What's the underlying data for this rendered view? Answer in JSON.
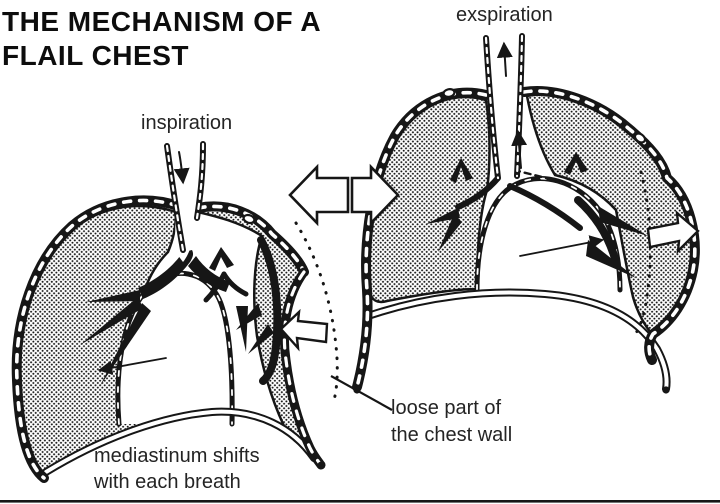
{
  "title": {
    "line1": "THE MECHANISM OF A",
    "line2": "FLAIL CHEST"
  },
  "labels": {
    "left_phase": "inspiration",
    "right_phase": "exspiration",
    "mediastinum_line1": "mediastinum shifts",
    "mediastinum_line2": "with each breath",
    "loose_line1": "loose part of",
    "loose_line2": "the chest wall"
  },
  "figure": {
    "subject": "flail chest mechanism",
    "panels": [
      {
        "phase": "inspiration",
        "airflow_arrow": "down-into-trachea",
        "flail_segment_arrow": "inward",
        "mediastinum_arrow": "toward-left"
      },
      {
        "phase": "exspiration",
        "airflow_arrow": "up-out-of-trachea",
        "flail_segment_arrow": "outward",
        "mediastinum_arrow": "toward-right"
      }
    ],
    "icons": {
      "middle": "left-and-right-hollow-block-arrows",
      "dotted_line_meaning": "normal chest wall position"
    }
  },
  "colors": {
    "ink": "#161616",
    "background": "#ffffff"
  }
}
